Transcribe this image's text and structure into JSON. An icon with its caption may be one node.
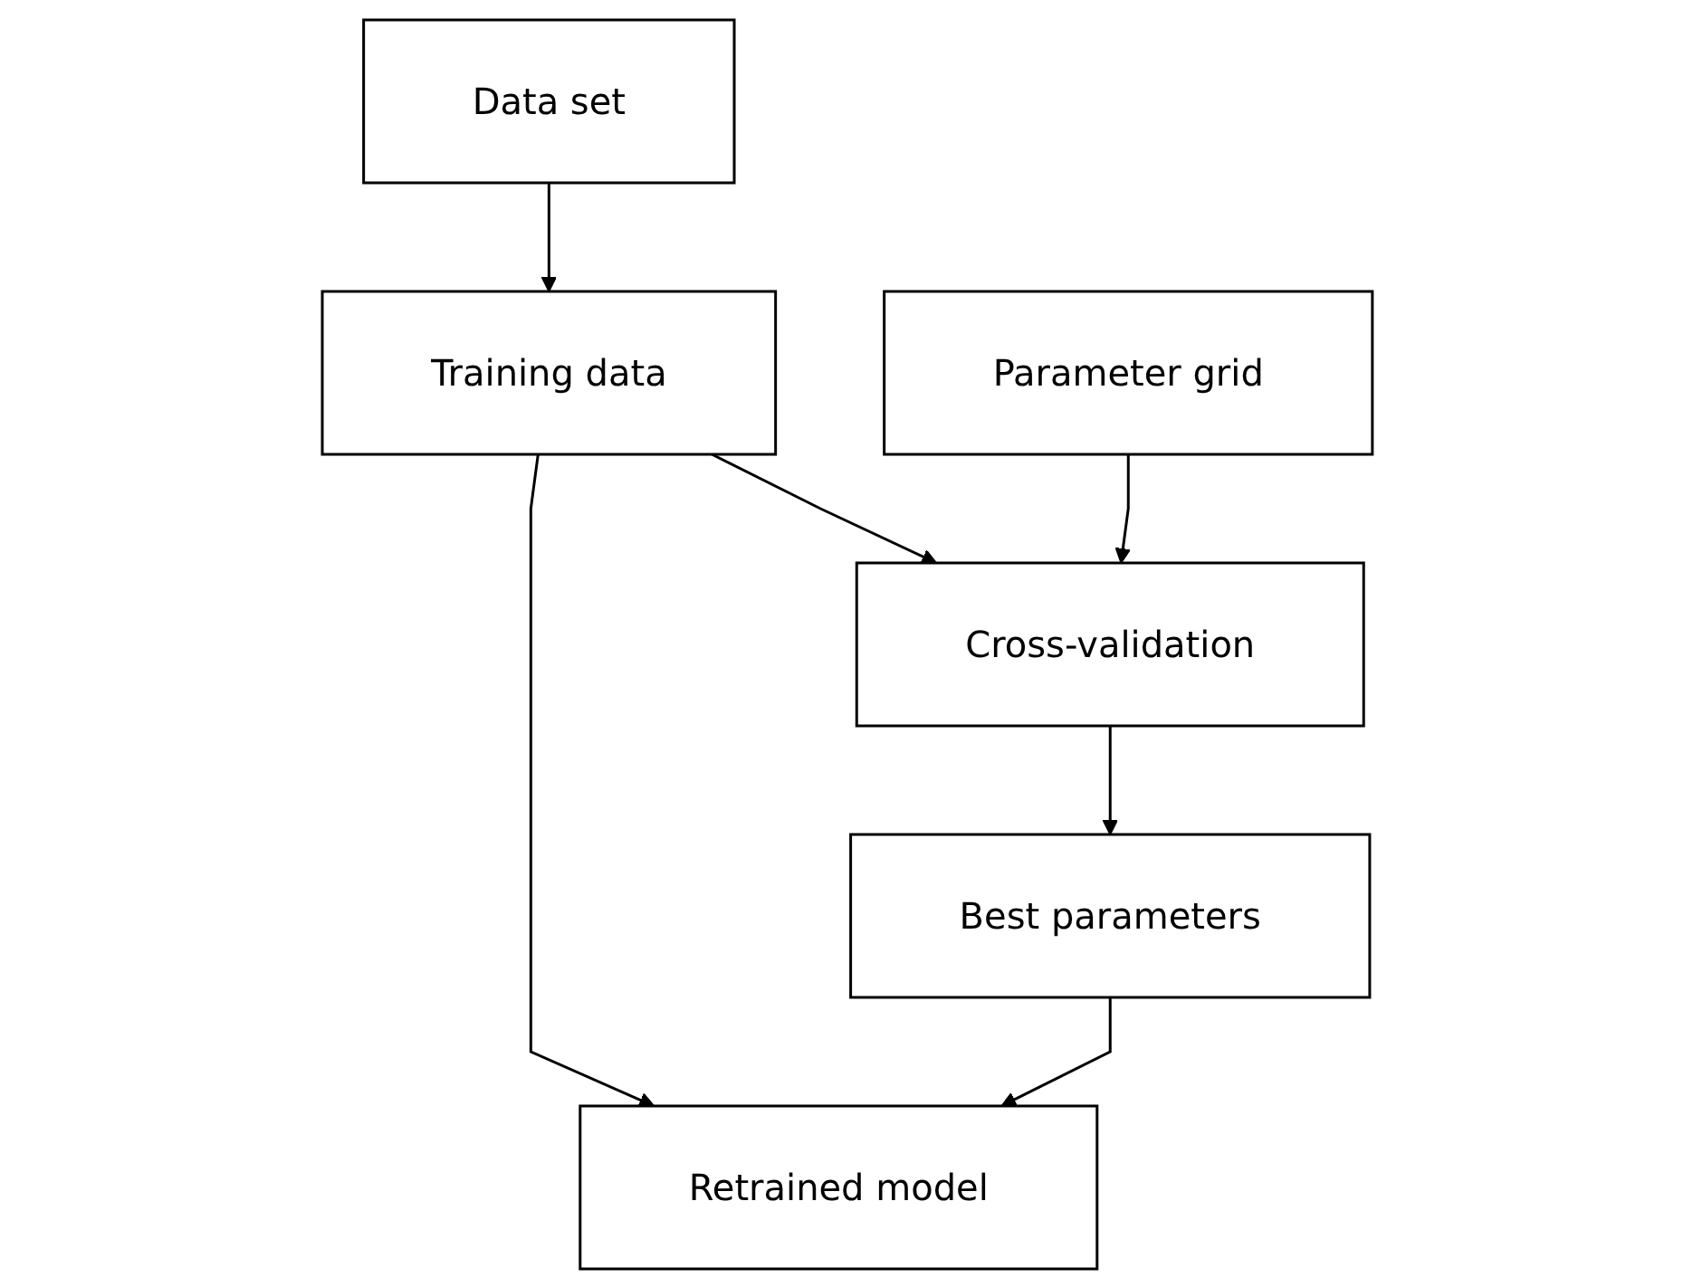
{
  "diagram": {
    "nodes": [
      {
        "text": [
          "Data set"
        ]
      },
      {
        "text": [
          "Training data"
        ]
      },
      {
        "text": [
          "Parameter grid"
        ]
      },
      {
        "text": [
          "Cross-validation"
        ]
      },
      {
        "text": [
          "Best parameters"
        ]
      },
      {
        "text": [
          "Retrained model"
        ]
      }
    ],
    "edges": [
      {
        "from": 0,
        "to": 1,
        "arrow": "to"
      },
      {
        "from": 1,
        "to": 3,
        "arrow": "to"
      },
      {
        "from": 1,
        "to": 5,
        "arrow": "to"
      },
      {
        "from": 2,
        "to": 3,
        "arrow": "to"
      },
      {
        "from": 3,
        "to": 4,
        "arrow": "to"
      },
      {
        "from": 4,
        "to": 5,
        "arrow": "to"
      }
    ]
  }
}
